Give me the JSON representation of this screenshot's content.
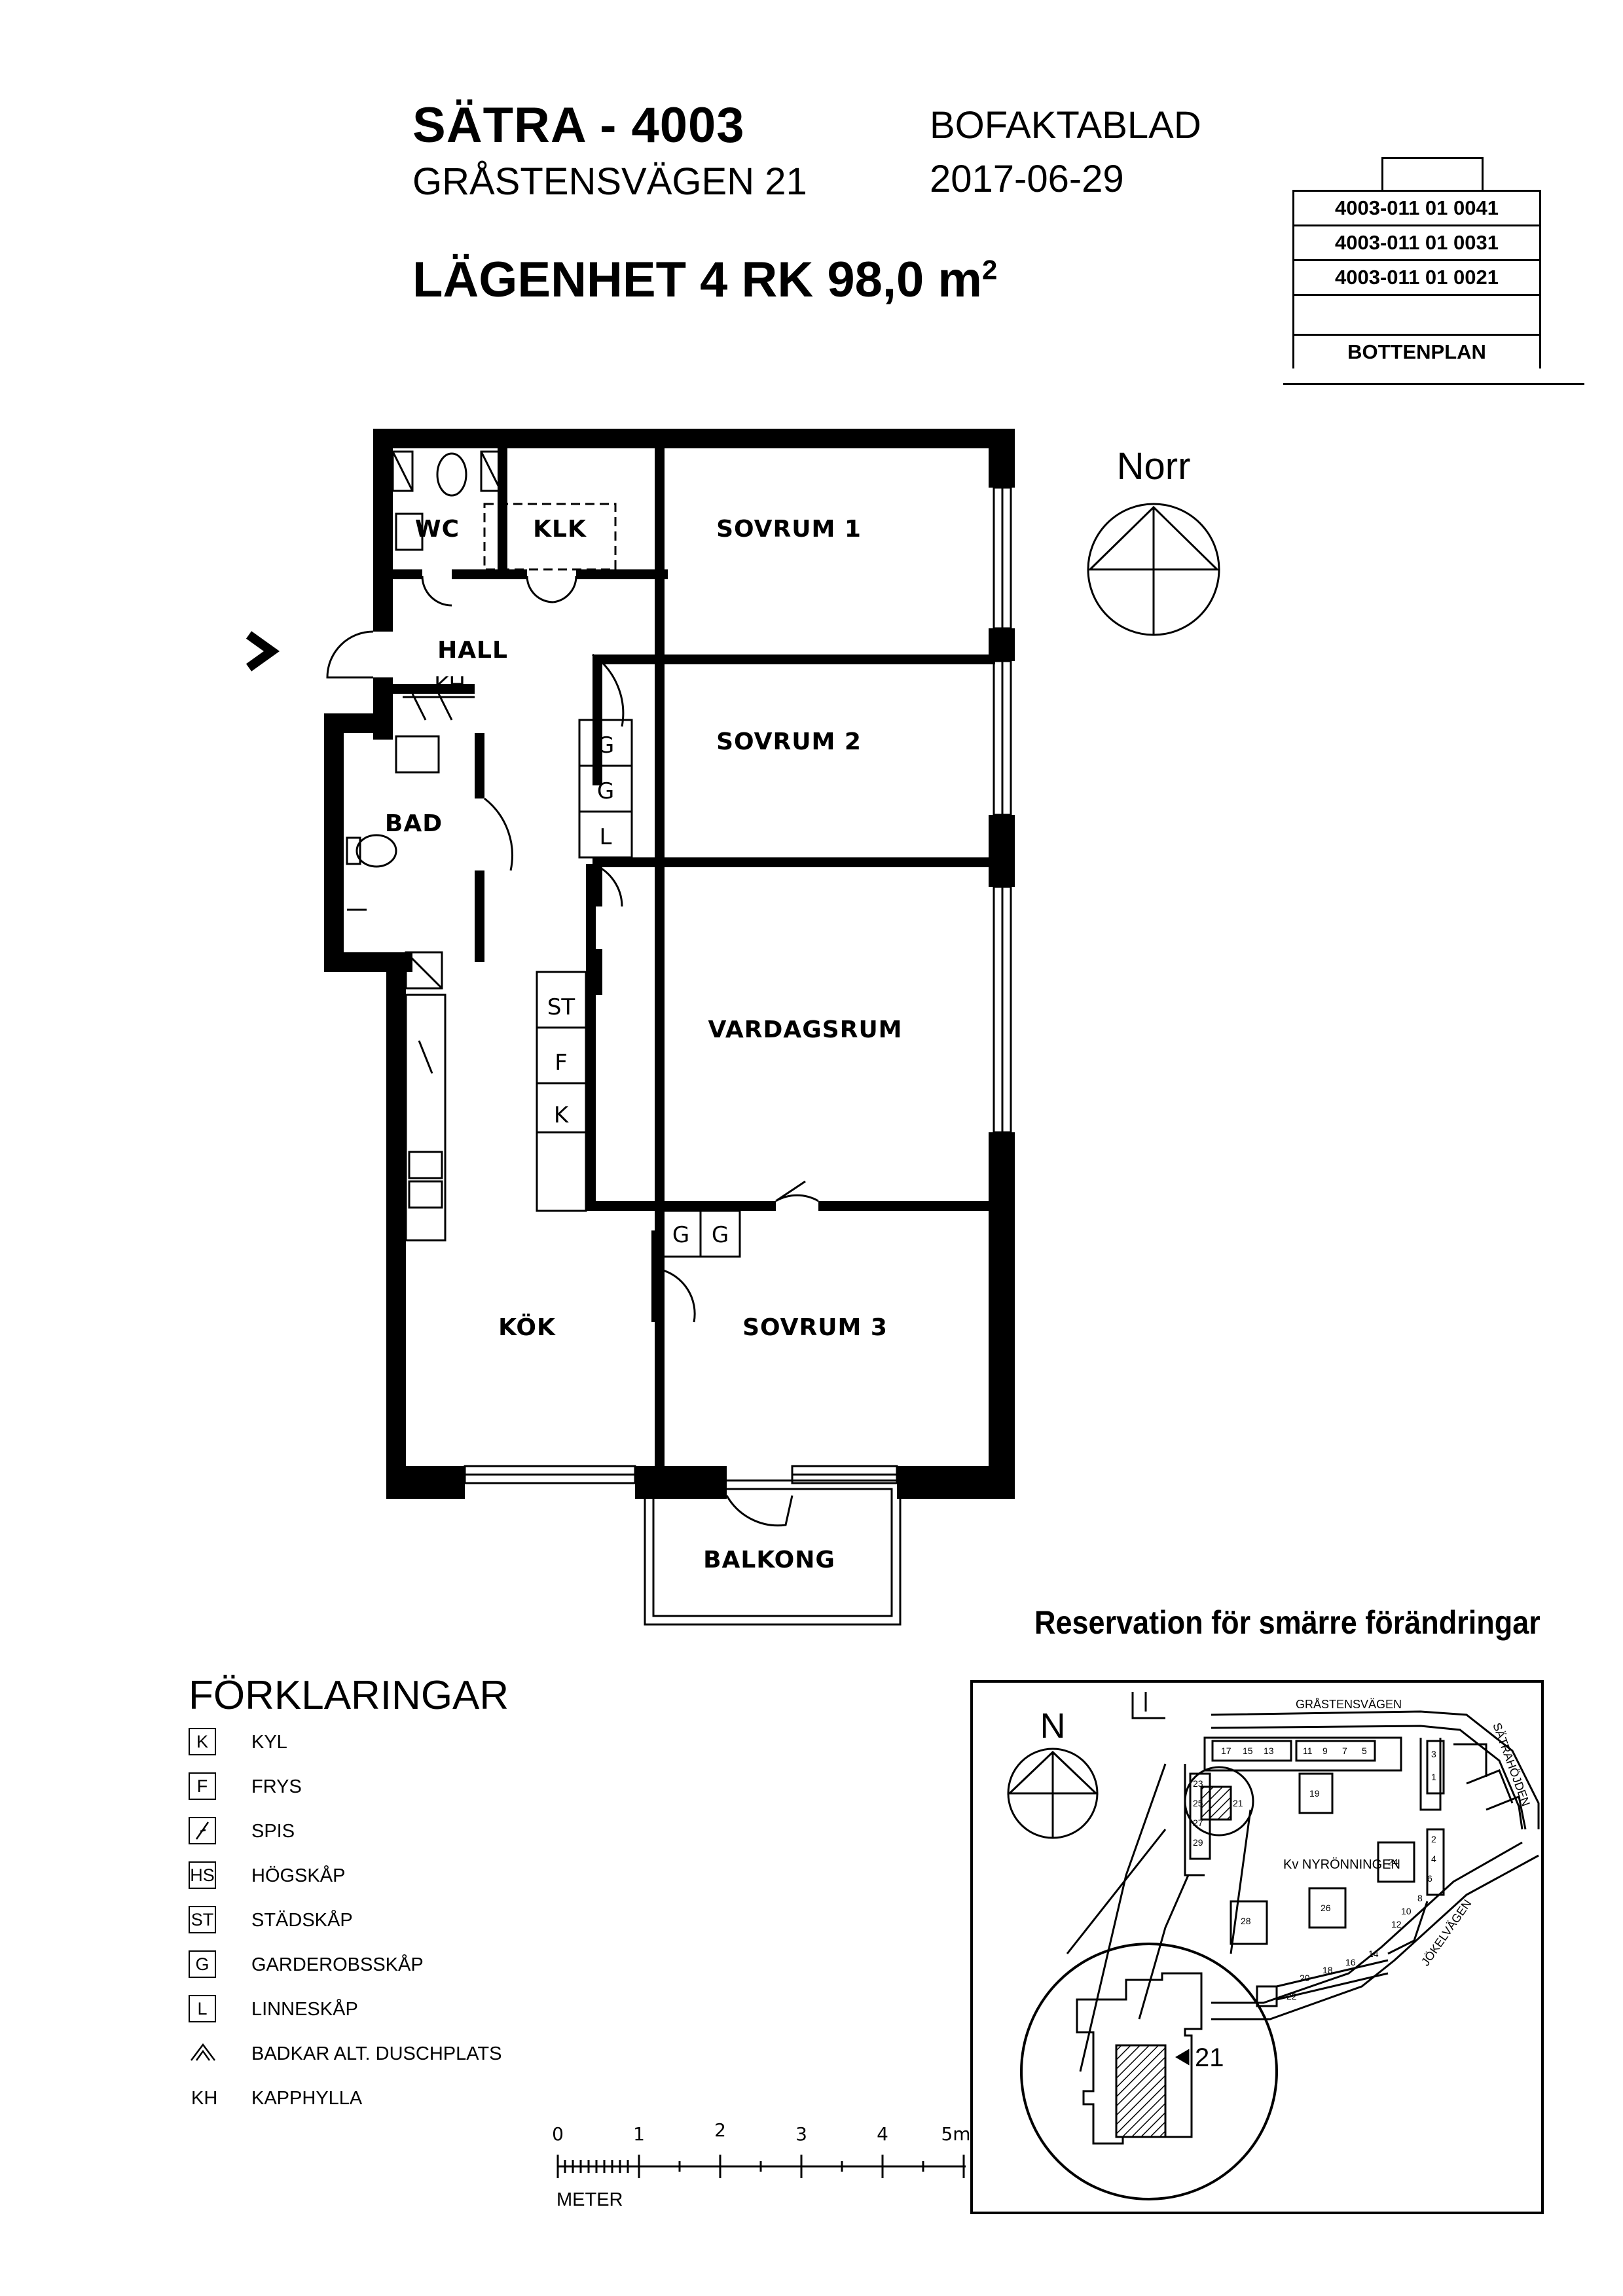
{
  "header": {
    "title": "SÄTRA - 4003",
    "address": "GRÅSTENSVÄGEN 21",
    "doc_type": "BOFAKTABLAD",
    "date": "2017-06-29",
    "apartment_main": "LÄGENHET 4 RK 98,0 m",
    "apartment_sup": "2"
  },
  "floor_stack": {
    "rows": [
      "4003-011 01 0041",
      "4003-011 01 0031",
      "4003-011 01 0021",
      "",
      "BOTTENPLAN"
    ]
  },
  "plan": {
    "north_label": "Norr",
    "rooms": {
      "wc": "WC",
      "klk": "KLK",
      "sovrum1": "SOVRUM 1",
      "hall": "HALL",
      "kh": "KH",
      "sovrum2": "SOVRUM 2",
      "bad": "BAD",
      "vardagsrum": "VARDAGSRUM",
      "kok": "KÖK",
      "sovrum3": "SOVRUM 3",
      "balkong": "BALKONG"
    },
    "cabinets": {
      "sovrum2_column": [
        "G",
        "G",
        "L"
      ],
      "hall_column": [
        "ST",
        "F",
        "K"
      ],
      "sovrum3_row": [
        "G",
        "G"
      ]
    }
  },
  "reservation": "Reservation för smärre förändringar",
  "legend": {
    "title": "FÖRKLARINGAR",
    "items": [
      {
        "code": "K",
        "label": "KYL"
      },
      {
        "code": "F",
        "label": "FRYS"
      },
      {
        "code": "",
        "label": "SPIS",
        "icon": "stove-icon"
      },
      {
        "code": "HS",
        "label": "HÖGSKÅP"
      },
      {
        "code": "ST",
        "label": "STÄDSKÅP"
      },
      {
        "code": "G",
        "label": "GARDEROBSSKÅP"
      },
      {
        "code": "L",
        "label": "LINNESKÅP"
      },
      {
        "code": "",
        "label": "BADKAR ALT. DUSCHPLATS",
        "icon": "bath-shower-icon"
      },
      {
        "code": "KH",
        "label": "KAPPHYLLA"
      }
    ]
  },
  "scale": {
    "ticks": [
      "0",
      "1",
      "2",
      "3",
      "4",
      "5m"
    ],
    "unit": "METER"
  },
  "site_map": {
    "north_label": "N",
    "streets": [
      "GRÅSTENSVÄGEN",
      "SÄTRAHÖJDEN",
      "JÖKELVÄGEN"
    ],
    "block_name": "Kv NYRÖNNINGEN",
    "numbers": [
      "17",
      "15",
      "13",
      "11",
      "9",
      "7",
      "5",
      "3",
      "1",
      "23",
      "25",
      "27",
      "29",
      "21",
      "19",
      "2",
      "4",
      "6",
      "24",
      "8",
      "10",
      "12",
      "28",
      "26",
      "14",
      "16",
      "18",
      "20",
      "22"
    ],
    "highlight_number": "21"
  }
}
